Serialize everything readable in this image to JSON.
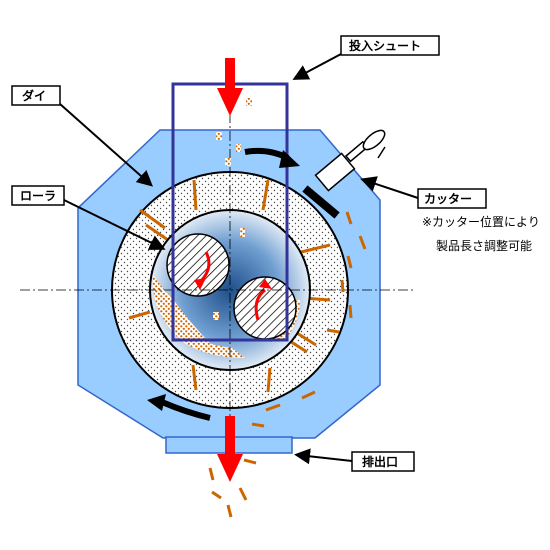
{
  "labels": {
    "chute": "投入シュート",
    "die": "ダイ",
    "roller": "ローラ",
    "cutter": "カッター",
    "outlet": "排出口"
  },
  "note": {
    "line1": "※カッター位置により",
    "line2": "製品長さ調整可能"
  },
  "colors": {
    "housing": "#99ccff",
    "housing_stroke": "#3366cc",
    "chute_frame": "#333399",
    "flow_arrow": "#ff0000",
    "material": "#cc6600",
    "rotation_arrow": "#000000"
  }
}
